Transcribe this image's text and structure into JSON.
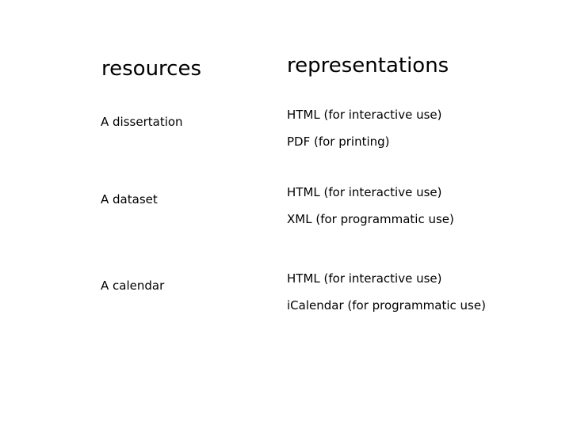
{
  "headings": {
    "resources": "resources",
    "representations": "representations"
  },
  "rows": [
    {
      "resource": "A dissertation",
      "representations": [
        "HTML (for interactive use)",
        "PDF (for printing)"
      ]
    },
    {
      "resource": "A dataset",
      "representations": [
        "HTML (for interactive use)",
        "XML (for programmatic use)"
      ]
    },
    {
      "resource": "A calendar",
      "representations": [
        "HTML (for interactive use)",
        "iCalendar (for programmatic use)"
      ]
    }
  ]
}
